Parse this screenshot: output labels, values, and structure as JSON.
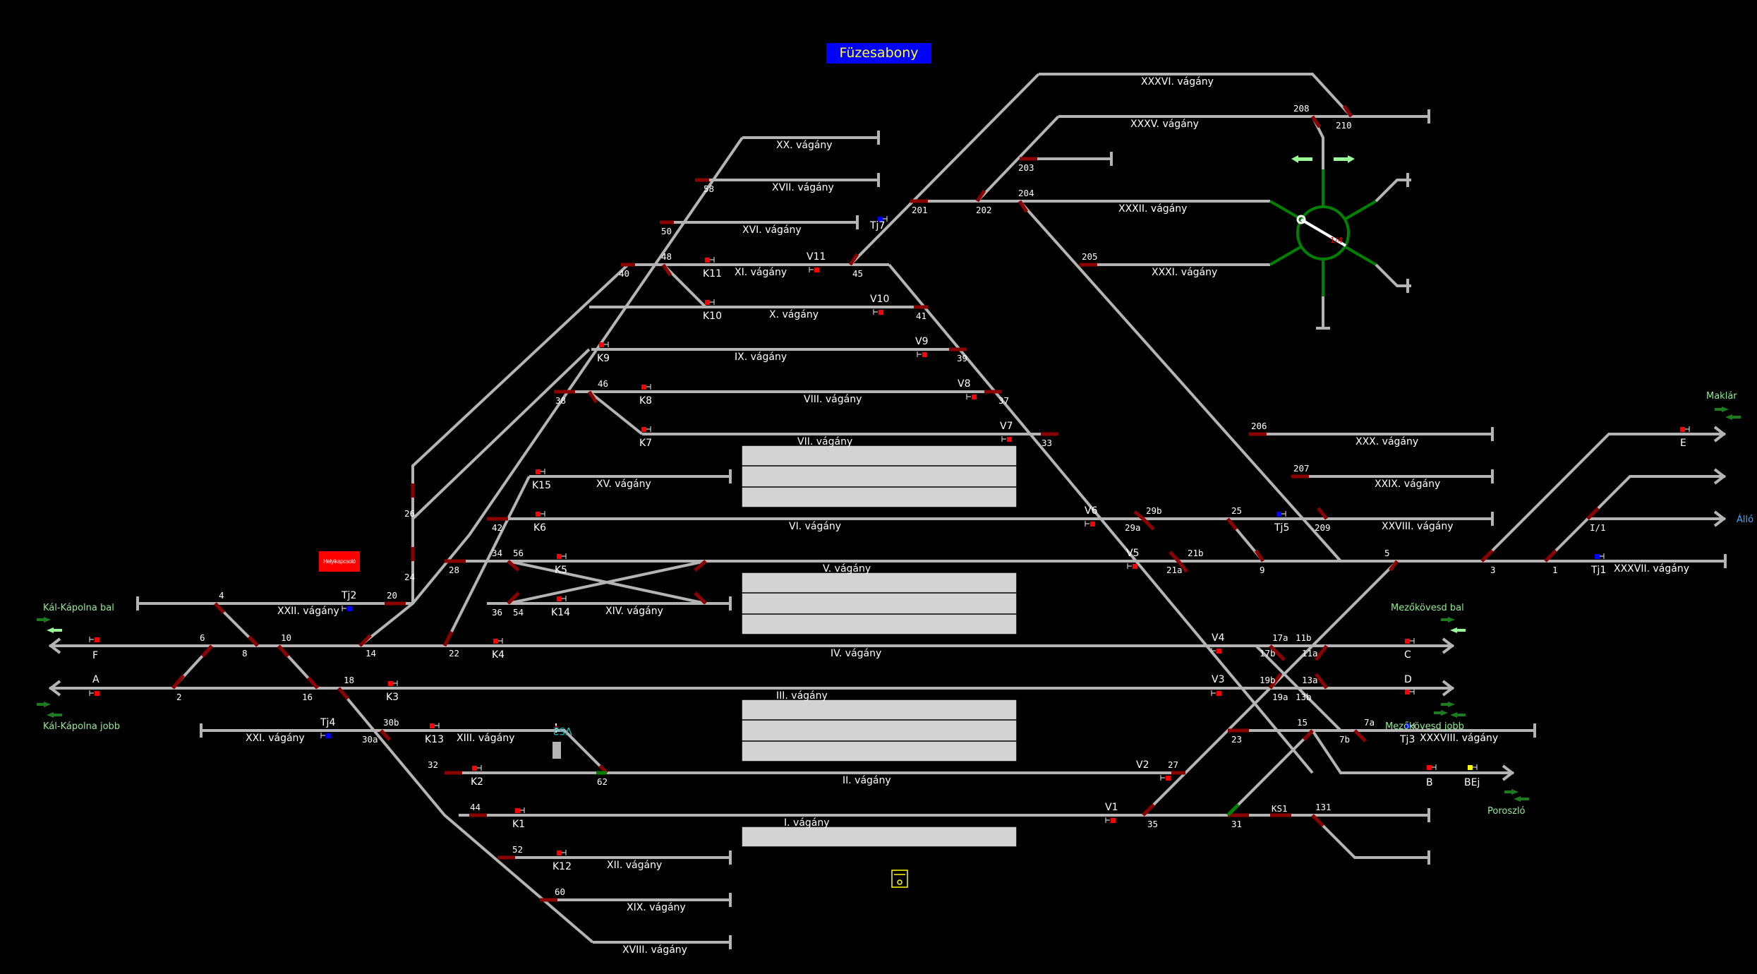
{
  "station": {
    "name": "Füzesabony"
  },
  "local_switch_button": {
    "label": "Helyikapcsoló"
  },
  "tracks": [
    {
      "id": "XXXVI",
      "label": "XXXVI. vágány"
    },
    {
      "id": "XXXV",
      "label": "XXXV. vágány"
    },
    {
      "id": "XX",
      "label": "XX. vágány"
    },
    {
      "id": "XVII",
      "label": "XVII. vágány"
    },
    {
      "id": "XVI",
      "label": "XVI. vágány"
    },
    {
      "id": "XI",
      "label": "XI. vágány"
    },
    {
      "id": "X",
      "label": "X. vágány"
    },
    {
      "id": "XXXII",
      "label": "XXXII. vágány"
    },
    {
      "id": "XXXI",
      "label": "XXXI. vágány"
    },
    {
      "id": "IX",
      "label": "IX. vágány"
    },
    {
      "id": "VIII",
      "label": "VIII. vágány"
    },
    {
      "id": "VII",
      "label": "VII. vágány"
    },
    {
      "id": "XV",
      "label": "XV. vágány"
    },
    {
      "id": "VI",
      "label": "VI. vágány"
    },
    {
      "id": "V",
      "label": "V. vágány"
    },
    {
      "id": "XIV",
      "label": "XIV. vágány"
    },
    {
      "id": "XXII",
      "label": "XXII. vágány"
    },
    {
      "id": "IV",
      "label": "IV. vágány"
    },
    {
      "id": "III",
      "label": "III. vágány"
    },
    {
      "id": "XXI",
      "label": "XXI. vágány"
    },
    {
      "id": "XIII",
      "label": "XIII. vágány"
    },
    {
      "id": "II",
      "label": "II. vágány"
    },
    {
      "id": "I",
      "label": "I. vágány"
    },
    {
      "id": "XII",
      "label": "XII. vágány"
    },
    {
      "id": "XIX",
      "label": "XIX. vágány"
    },
    {
      "id": "XVIII",
      "label": "XVIII. vágány"
    },
    {
      "id": "XXX",
      "label": "XXX. vágány"
    },
    {
      "id": "XXIX",
      "label": "XXIX. vágány"
    },
    {
      "id": "XXVIII",
      "label": "XXVIII. vágány"
    },
    {
      "id": "XXXVII",
      "label": "XXXVII. vágány"
    },
    {
      "id": "XXXVIII",
      "label": "XXXVIII. vágány"
    }
  ],
  "switches": [
    "1",
    "2",
    "3",
    "4",
    "5",
    "6",
    "7a",
    "7b",
    "8",
    "9",
    "10",
    "11a",
    "11b",
    "13a",
    "13b",
    "14",
    "15",
    "16",
    "17a",
    "17b",
    "18",
    "19a",
    "19b",
    "20",
    "21a",
    "21b",
    "22",
    "23",
    "24",
    "25",
    "26",
    "27",
    "28",
    "29a",
    "29b",
    "30a",
    "30b",
    "31",
    "32",
    "33",
    "34",
    "35",
    "36",
    "37",
    "38",
    "39",
    "40",
    "41",
    "42",
    "44",
    "45",
    "46",
    "48",
    "50",
    "52",
    "54",
    "56",
    "58",
    "60",
    "62",
    "131",
    "201",
    "202",
    "203",
    "204",
    "205",
    "206",
    "207",
    "208",
    "209",
    "210",
    "KS1",
    "I/1"
  ],
  "signals": [
    {
      "id": "A",
      "aspect": "red"
    },
    {
      "id": "F",
      "aspect": "red"
    },
    {
      "id": "B",
      "aspect": "red"
    },
    {
      "id": "BEj",
      "aspect": "yellow"
    },
    {
      "id": "C",
      "aspect": "red"
    },
    {
      "id": "D",
      "aspect": "red"
    },
    {
      "id": "E",
      "aspect": "red"
    },
    {
      "id": "K1",
      "aspect": "red"
    },
    {
      "id": "K2",
      "aspect": "red"
    },
    {
      "id": "K3",
      "aspect": "red"
    },
    {
      "id": "K4",
      "aspect": "red"
    },
    {
      "id": "K5",
      "aspect": "red"
    },
    {
      "id": "K6",
      "aspect": "red"
    },
    {
      "id": "K7",
      "aspect": "red"
    },
    {
      "id": "K8",
      "aspect": "red"
    },
    {
      "id": "K9",
      "aspect": "red"
    },
    {
      "id": "K10",
      "aspect": "red"
    },
    {
      "id": "K11",
      "aspect": "red"
    },
    {
      "id": "K12",
      "aspect": "red"
    },
    {
      "id": "K13",
      "aspect": "red"
    },
    {
      "id": "K14",
      "aspect": "red"
    },
    {
      "id": "K15",
      "aspect": "red"
    },
    {
      "id": "V1",
      "aspect": "red"
    },
    {
      "id": "V2",
      "aspect": "red"
    },
    {
      "id": "V3",
      "aspect": "red"
    },
    {
      "id": "V4",
      "aspect": "red"
    },
    {
      "id": "V5",
      "aspect": "red"
    },
    {
      "id": "V6",
      "aspect": "red"
    },
    {
      "id": "V7",
      "aspect": "red"
    },
    {
      "id": "V8",
      "aspect": "red"
    },
    {
      "id": "V9",
      "aspect": "red"
    },
    {
      "id": "V10",
      "aspect": "red"
    },
    {
      "id": "V11",
      "aspect": "red"
    },
    {
      "id": "Tj1",
      "aspect": "blue"
    },
    {
      "id": "Tj2",
      "aspect": "blue"
    },
    {
      "id": "Tj3",
      "aspect": "blue"
    },
    {
      "id": "Tj4",
      "aspect": "blue"
    },
    {
      "id": "Tj5",
      "aspect": "blue"
    },
    {
      "id": "Tj7",
      "aspect": "blue"
    }
  ],
  "directions": {
    "kal_bal": "Kál-Kápolna bal",
    "kal_jobb": "Kál-Kápolna jobb",
    "mezo_bal": "Mezőkövesd bal",
    "mezo_jobb": "Mezőkövesd jobb",
    "poroszlo": "Poroszló",
    "maklar": "Maklár",
    "alallo": "Álló"
  },
  "turntable": {
    "label": "1/4"
  },
  "vs2": {
    "label": "VS2"
  },
  "colors": {
    "track": "#b4b4b4",
    "switch_locked": "#8b0000",
    "switch_route": "#008000",
    "signal_stop": "#ff0000",
    "signal_shunt": "#0000ff",
    "signal_caution": "#ffff00",
    "platform": "#d3d3d3",
    "title_bg": "#0000ff",
    "title_fg": "#ffff33"
  }
}
